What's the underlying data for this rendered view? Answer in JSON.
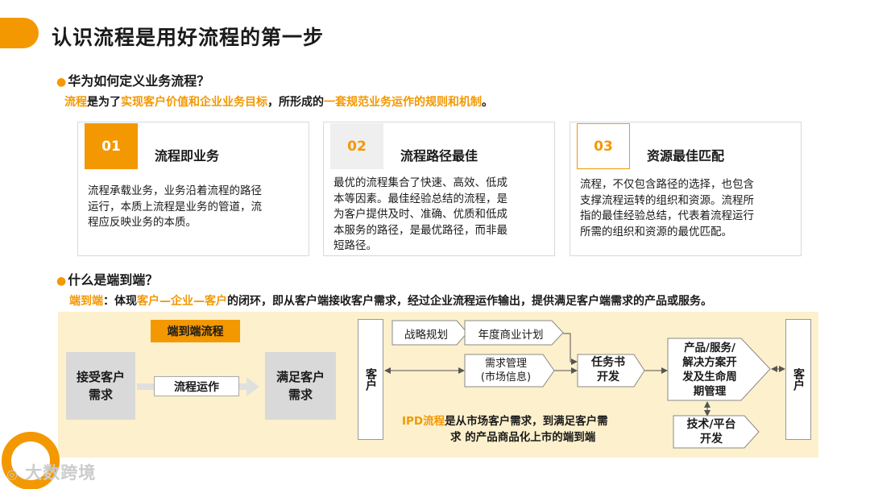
{
  "title": "认识流程是用好流程的第一步",
  "section1": {
    "heading": "华为如何定义业务流程？",
    "desc_parts": [
      "流程",
      "是为了",
      "实现客户价值和企业业务目标",
      "，所形成的",
      "一套规范业务运作的规则和机制",
      "。"
    ]
  },
  "cards": [
    {
      "num": "01",
      "title": "流程即业务",
      "lines": [
        "流程承载业务，业务沿着流程的路径",
        "运行，本质上流程是业务的管道，流",
        "程应反映业务的本质。"
      ]
    },
    {
      "num": "02",
      "title": "流程路径最佳",
      "lines": [
        "最优的流程集合了快速、高效、低成",
        "本等因素。最佳经验总结的流程，是",
        "为客户提供及时、准确、优质和低成",
        "本服务的路径，是最优路径，而非最",
        "短路径。"
      ]
    },
    {
      "num": "03",
      "title": "资源最佳匹配",
      "lines": [
        "流程，不仅包含路径的选择，也包含",
        "支撑流程运转的组织和资源。流程所",
        "指的最佳经验总结，代表着流程运行",
        "所需的组织和资源的最优匹配。"
      ]
    }
  ],
  "section2": {
    "heading": "什么是端到端？",
    "desc_parts": [
      "端到端",
      "：体现",
      "客户—企业—客户",
      "的闭环，即从客户端接收客户需求，经过企业流程运作输出，提供满足客户端需求的产品或服务。"
    ]
  },
  "diagram": {
    "e2e_label": "端到端流程",
    "receive": [
      "接受客户",
      "需求"
    ],
    "process": "流程运作",
    "satisfy": [
      "满足客户",
      "需求"
    ],
    "customer_left": "客户",
    "customer_right": "客户",
    "strategy": "战略规划",
    "annual_plan": "年度商业计划",
    "demand": [
      "需求管理",
      "(市场信息)"
    ],
    "task": [
      "任务书",
      "开发"
    ],
    "product": [
      "产品/服务/",
      "解决方案开",
      "发及生命周",
      "期管理"
    ],
    "tech": [
      "技术/平台",
      "开发"
    ],
    "ipd_parts": [
      "IPD流程",
      "是从市场客户需求，到满足客户需",
      "求  的产品商品化上市的端到端"
    ]
  },
  "watermark": "大数跨境",
  "colors": {
    "accent": "#f39800",
    "panel": "#fdf0cc",
    "gray_box": "#d9d9d9"
  }
}
